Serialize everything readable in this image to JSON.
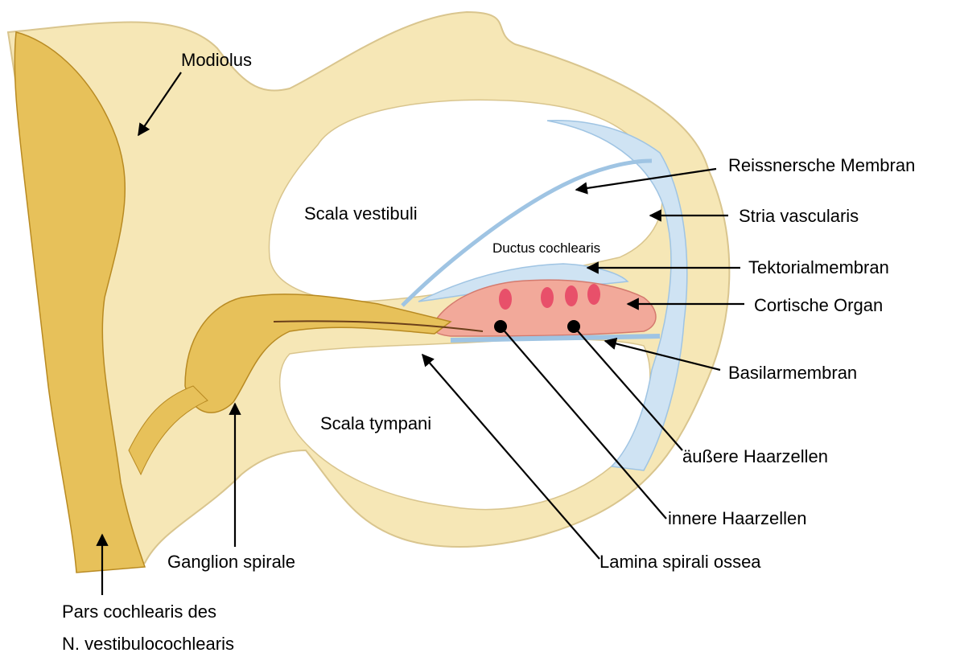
{
  "labels": {
    "modiolus": "Modiolus",
    "reissner": "Reissnersche Membran",
    "scala_vestibuli": "Scala vestibuli",
    "stria": "Stria vascularis",
    "ductus": "Ductus cochlearis",
    "tektorial": "Tektorialmembran",
    "corti": "Cortische Organ",
    "basilar": "Basilarmembran",
    "scala_tympani": "Scala tympani",
    "aussere": "äußere Haarzellen",
    "innere": "innere Haarzellen",
    "ganglion": "Ganglion spirale",
    "lamina": "Lamina spirali ossea",
    "pars_line1": "Pars cochlearis des",
    "pars_line2": "N. vestibulocochlearis"
  },
  "colors": {
    "bone": "#f6e7b6",
    "bone_edge": "#d9c58e",
    "nerve": "#e7c15a",
    "nerve_dark": "#b88a22",
    "membrane": "#cfe3f3",
    "membrane_edge": "#9fc4e3",
    "organ": "#f2a99a",
    "organ_cell": "#e8506a",
    "arrow": "#000000"
  }
}
